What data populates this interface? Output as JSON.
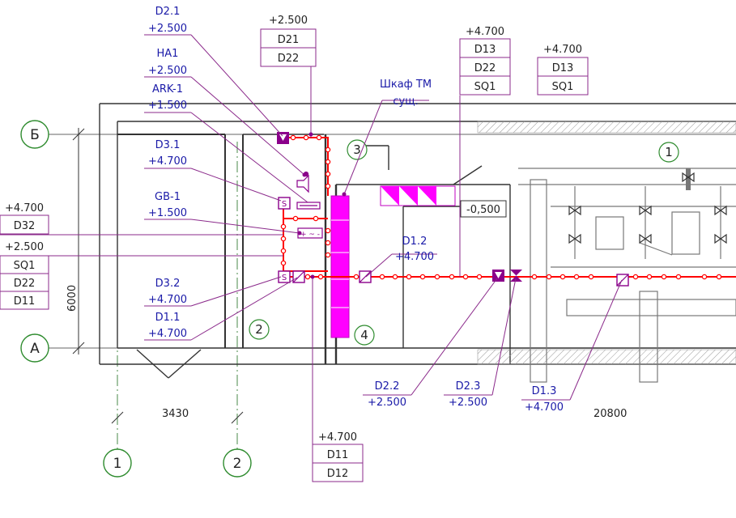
{
  "axes": {
    "row_b": "Б",
    "row_a": "А",
    "col_1": "1",
    "col_2": "2"
  },
  "dimensions": {
    "span_ab": "6000",
    "span_12": "3430",
    "span_right": "20800"
  },
  "rooms": {
    "r1": "1",
    "r2": "2",
    "r3": "3",
    "r4": "4"
  },
  "level_mark": "-0,500",
  "cabinet": {
    "line1": "Шкаф ТМ",
    "line2": "сущ."
  },
  "callouts": {
    "d2_1": {
      "name": "D2.1",
      "elev": "+2.500"
    },
    "ha1": {
      "name": "HA1",
      "elev": "+2.500"
    },
    "ark1": {
      "name": "ARK-1",
      "elev": "+1.500"
    },
    "d3_1": {
      "name": "D3.1",
      "elev": "+4.700"
    },
    "gb1": {
      "name": "GB-1",
      "elev": "+1.500"
    },
    "d3_2": {
      "name": "D3.2",
      "elev": "+4.700"
    },
    "d1_1": {
      "name": "D1.1",
      "elev": "+4.700"
    },
    "d1_2": {
      "name": "D1.2",
      "elev": "+4.700"
    },
    "d2_2": {
      "name": "D2.2",
      "elev": "+2.500"
    },
    "d2_3": {
      "name": "D2.3",
      "elev": "+2.500"
    },
    "d1_3": {
      "name": "D1.3",
      "elev": "+4.700"
    }
  },
  "tables": {
    "t_top1": {
      "elev": "+2.500",
      "rows": [
        "D21",
        "D22"
      ]
    },
    "t_top2": {
      "elev": "+4.700",
      "rows": [
        "D13",
        "D22",
        "SQ1"
      ]
    },
    "t_top3": {
      "elev": "+4.700",
      "rows": [
        "D13",
        "SQ1"
      ]
    },
    "t_left": {
      "elev1": "+4.700",
      "rows1": [
        "D32"
      ],
      "elev2": "+2.500",
      "rows2": [
        "SQ1",
        "D22",
        "D11"
      ]
    },
    "t_bottom": {
      "elev": "+4.700",
      "rows": [
        "D11",
        "D12"
      ]
    }
  },
  "colors": {
    "cable": "#ff0000",
    "device": "#8b008b",
    "callout_line": "#8b2a8b",
    "callout_text": "#1a1aa8",
    "panel": "#ff00ff"
  }
}
